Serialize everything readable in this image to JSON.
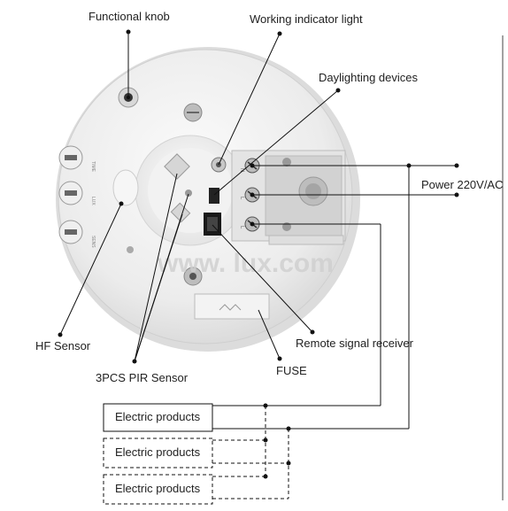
{
  "labels": {
    "functional_knob": "Functional knob",
    "working_indicator": "Working indicator light",
    "daylighting": "Daylighting devices",
    "power": "Power 220V/AC",
    "hf_sensor": "HF Sensor",
    "pir_sensor": "3PCS PIR Sensor",
    "remote_receiver": "Remote signal receiver",
    "fuse": "FUSE"
  },
  "watermark": "www.    lux.com",
  "knob_labels": [
    "TIME",
    "LUX",
    "SENS"
  ],
  "terminal_labels": [
    "N",
    "L",
    "L"
  ],
  "products": [
    {
      "label": "Electric products",
      "style": "solid"
    },
    {
      "label": "Electric products",
      "style": "dashed"
    },
    {
      "label": "Electric products",
      "style": "dashed"
    }
  ],
  "colors": {
    "device": "#ececec",
    "line": "#111111"
  }
}
